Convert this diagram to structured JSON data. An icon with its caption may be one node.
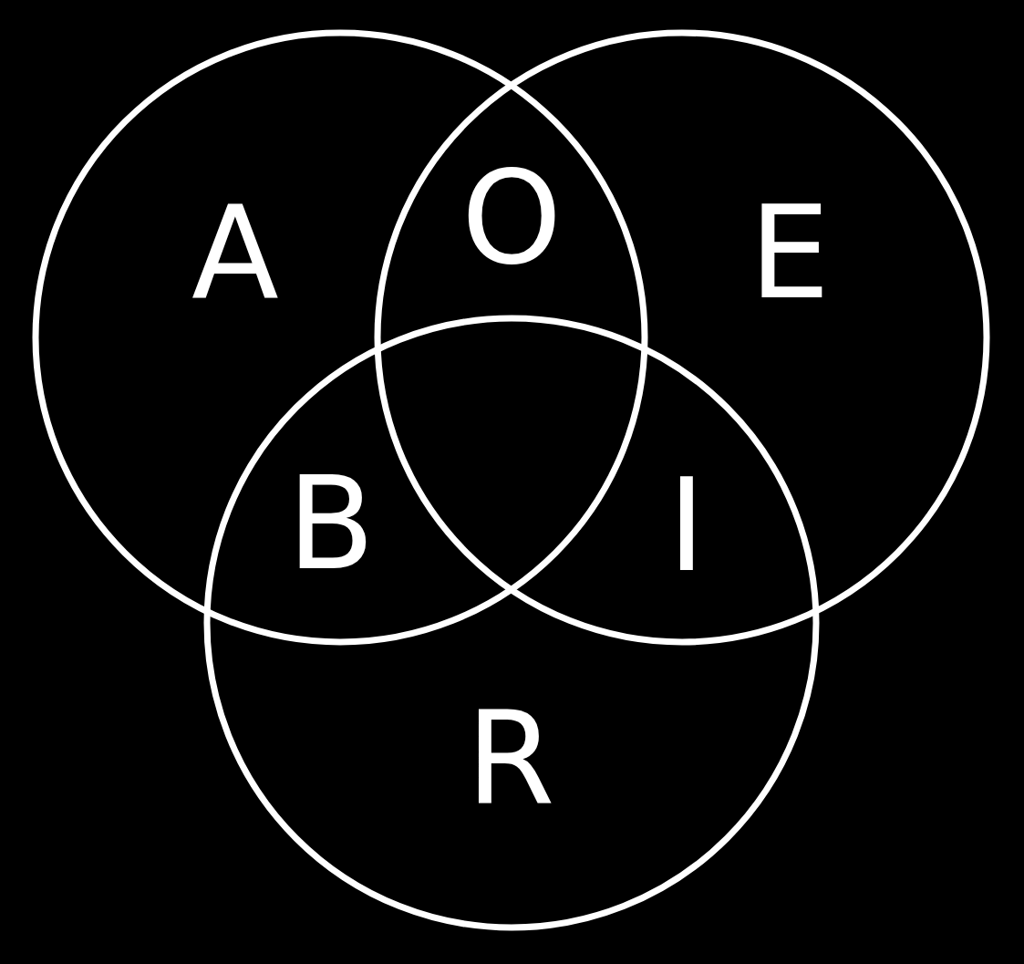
{
  "diagram": {
    "nodes": [
      {
        "text": [
          "A"
        ]
      },
      {
        "text": [
          "E"
        ]
      },
      {
        "text": [
          "R"
        ]
      }
    ],
    "labels": [
      "O",
      "B",
      "I"
    ]
  }
}
